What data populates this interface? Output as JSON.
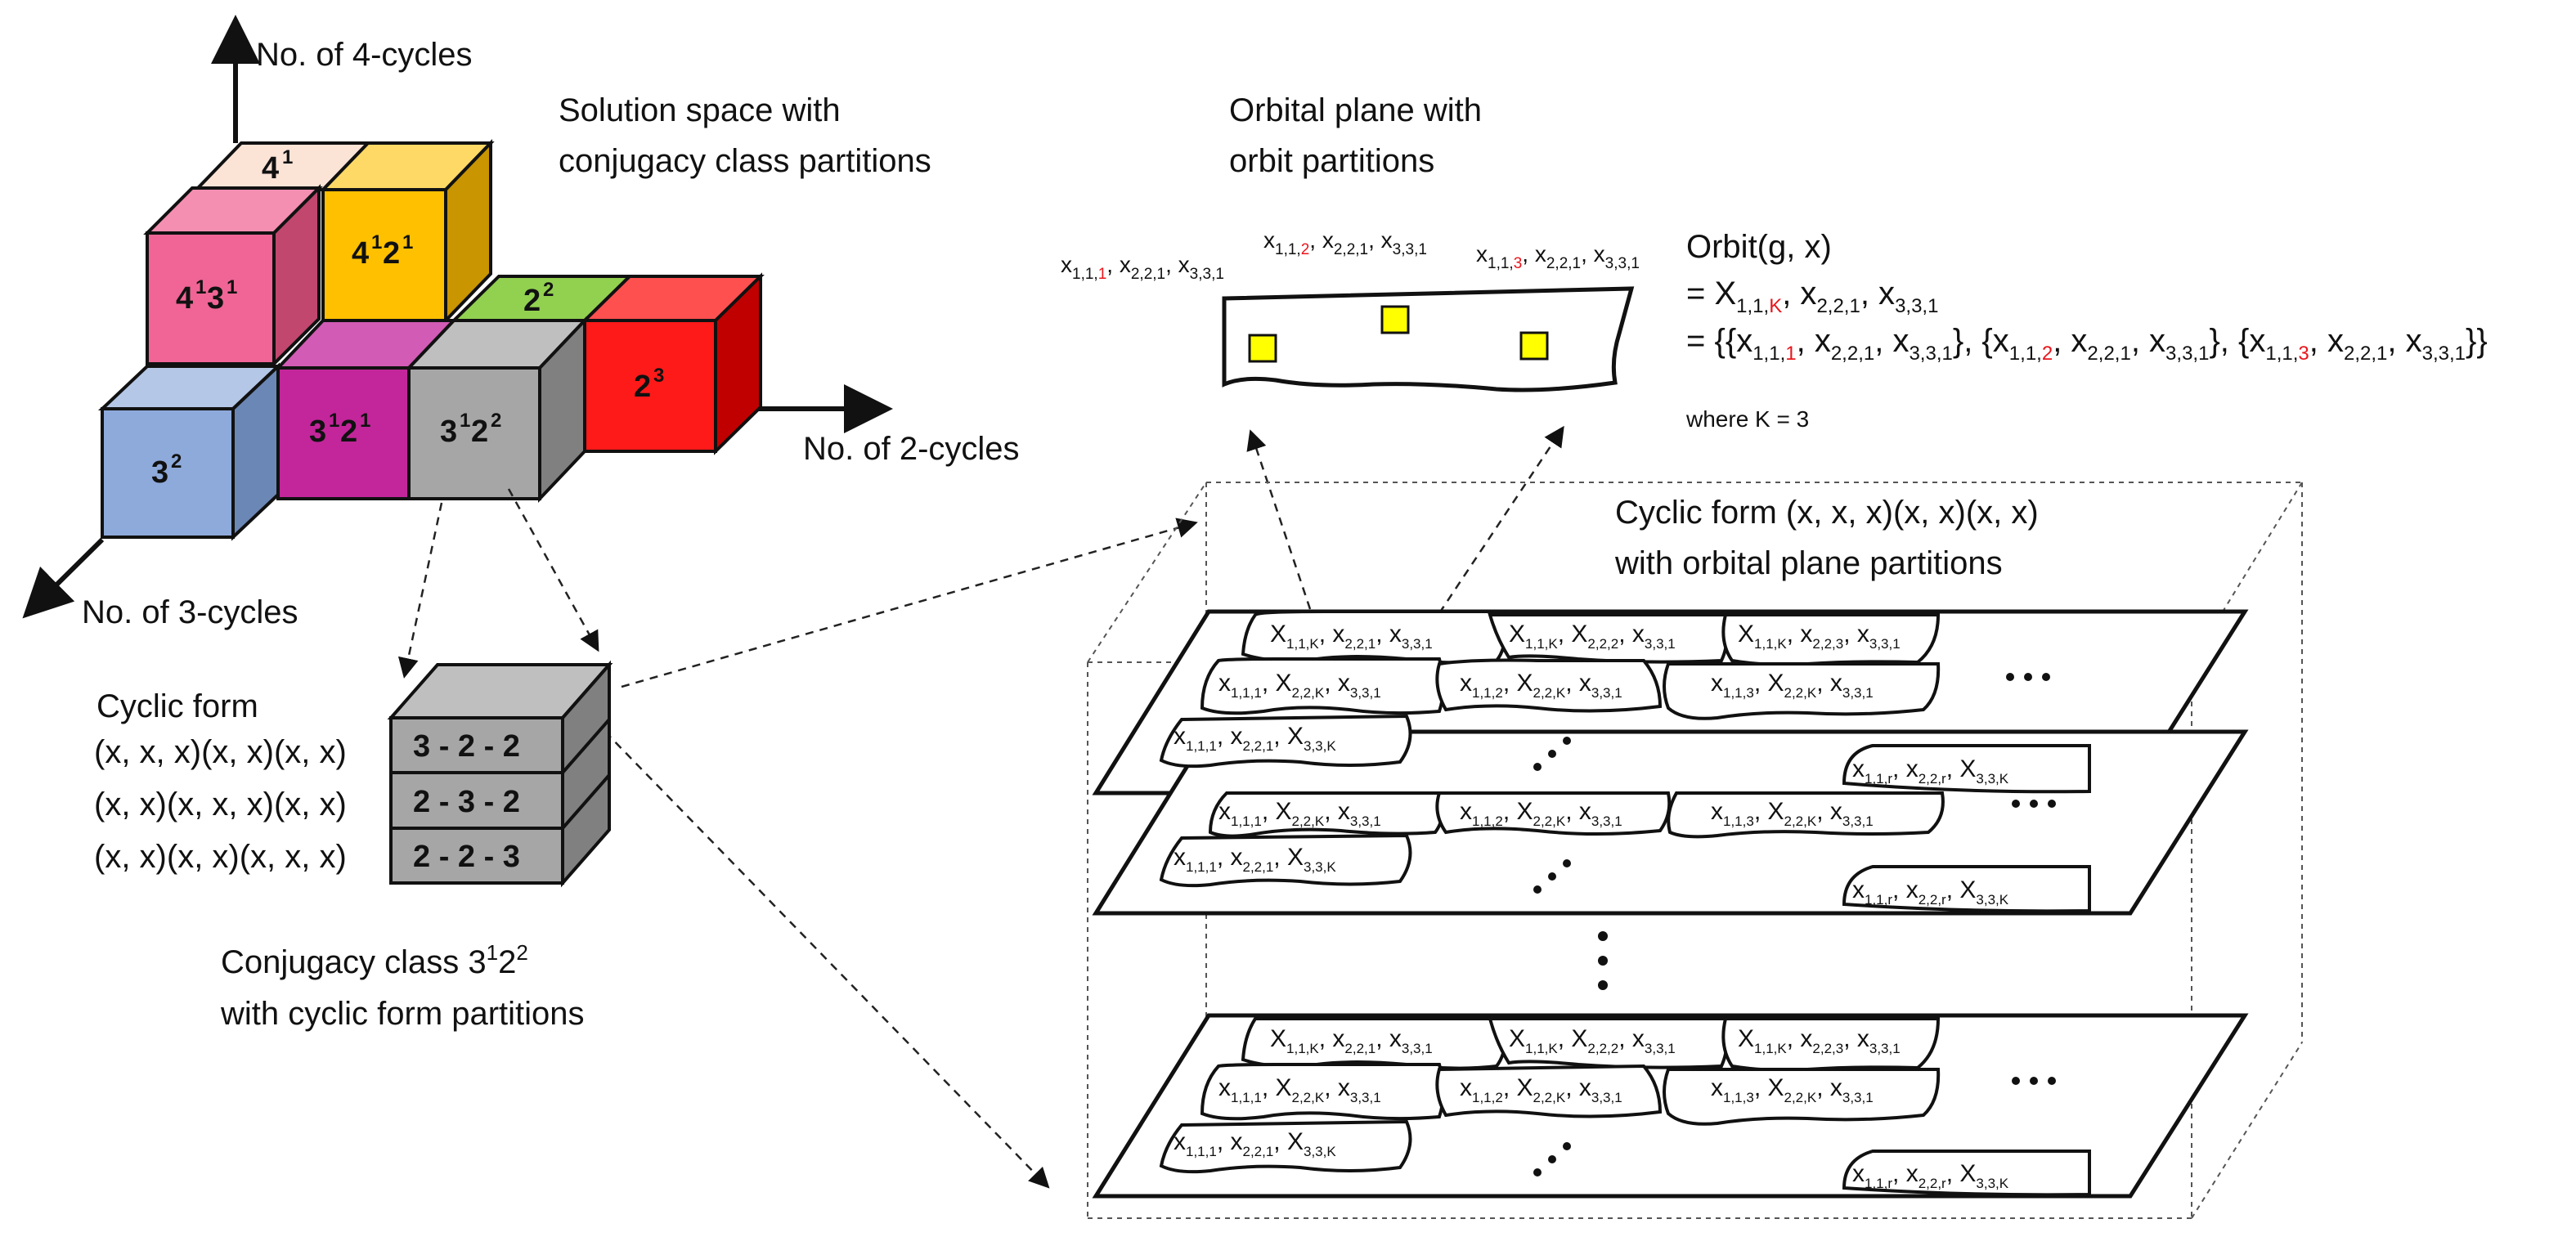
{
  "axes": {
    "four_cycles": "No. of 4-cycles",
    "two_cycles": "No. of 2-cycles",
    "three_cycles": "No. of 3-cycles"
  },
  "titles": {
    "solution_space_1": "Solution space with",
    "solution_space_2": "conjugacy class partitions",
    "orbital_plane_1": "Orbital plane with",
    "orbital_plane_2": "orbit partitions",
    "cyclic_form_1": "Cyclic form (x, x, x)(x, x)(x, x)",
    "cyclic_form_2": "with orbital plane partitions",
    "conjugacy_prefix": "Conjugacy class 3",
    "conjugacy_mid": "2",
    "conjugacy_sup1": "1",
    "conjugacy_sup2": "2",
    "conjugacy_2": "with cyclic form partitions"
  },
  "cubes": [
    {
      "name": "cube-4-1",
      "base": "4",
      "exp": "1",
      "color": "#fbe3d6"
    },
    {
      "name": "cube-4-1-3-1",
      "base": "4",
      "exp": "1",
      "base2": "3",
      "exp2": "1",
      "color": "#f06595"
    },
    {
      "name": "cube-4-1-2-1",
      "base": "4",
      "exp": "1",
      "base2": "2",
      "exp2": "1",
      "color": "#ffc000"
    },
    {
      "name": "cube-2-2",
      "base": "2",
      "exp": "2",
      "color": "#92d050"
    },
    {
      "name": "cube-2-3",
      "base": "2",
      "exp": "3",
      "color": "#ff1a1a"
    },
    {
      "name": "cube-3-2",
      "base": "3",
      "exp": "2",
      "color": "#8eaadb"
    },
    {
      "name": "cube-3-1-2-1",
      "base": "3",
      "exp": "1",
      "base2": "2",
      "exp2": "1",
      "color": "#c2269a"
    },
    {
      "name": "cube-3-1-2-2",
      "base": "3",
      "exp": "1",
      "base2": "2",
      "exp2": "2",
      "color": "#a6a6a6"
    }
  ],
  "cyclic_form": {
    "heading": "Cyclic form",
    "rows": [
      "(x, x, x)(x, x)(x, x)",
      "(x, x)(x, x, x)(x, x)",
      "(x, x)(x, x)(x, x, x)"
    ],
    "stack": [
      "3 - 2 - 2",
      "2 - 3 - 2",
      "2 - 2 - 3"
    ]
  },
  "orbit": {
    "line1": "Orbit(g, x)",
    "line2_prefix": "= X",
    "line3_prefix": "= {{x",
    "where": "where K = 3",
    "labels_top": [
      {
        "main": "x",
        "sub": "1,1,",
        "red": "1"
      },
      {
        "main": "x",
        "sub": "1,1,",
        "red": "2"
      },
      {
        "main": "x",
        "sub": "1,1,",
        "red": "3"
      }
    ]
  },
  "plane_cells": {
    "r1c1": [
      "X",
      "1,1,K",
      "x",
      "2,2,1",
      "x",
      "3,3,1"
    ],
    "r1c2": [
      "X",
      "1,1,K",
      "X",
      "2,2,2",
      "x",
      "3,3,1"
    ],
    "r1c3": [
      "X",
      "1,1,K",
      "x",
      "2,2,3",
      "x",
      "3,3,1"
    ],
    "r2c1": [
      "x",
      "1,1,1",
      "X",
      "2,2,K",
      "x",
      "3,3,1"
    ],
    "r2c2": [
      "x",
      "1,1,2",
      "X",
      "2,2,K",
      "x",
      "3,3,1"
    ],
    "r2c3": [
      "x",
      "1,1,3",
      "X",
      "2,2,K",
      "x",
      "3,3,1"
    ],
    "r3c1": [
      "x",
      "1,1,1",
      "x",
      "2,2,1",
      "X",
      "3,3,K"
    ],
    "r3c4": [
      "x",
      "1,1,r",
      "x",
      "2,2,r",
      "X",
      "3,3,K"
    ]
  },
  "ellipsis": "• • •"
}
